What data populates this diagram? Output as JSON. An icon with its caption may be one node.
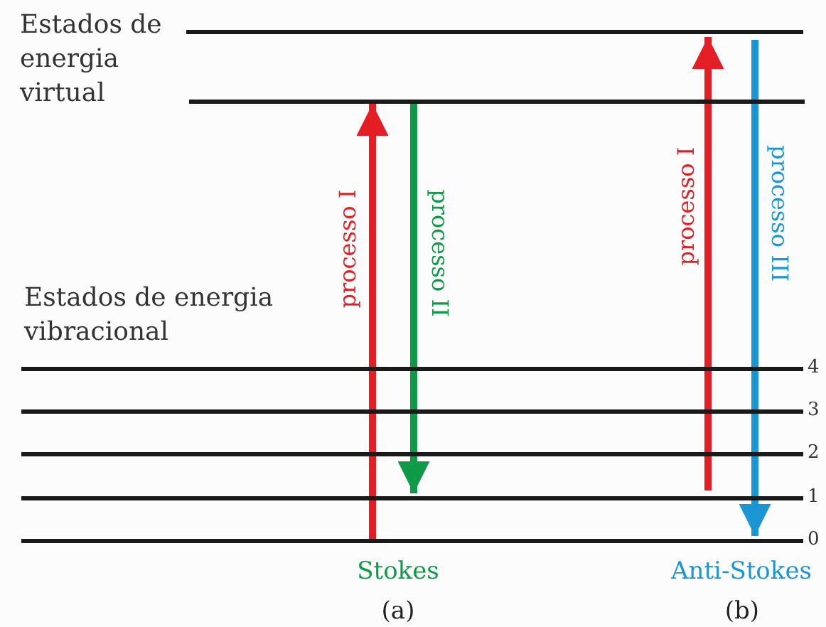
{
  "diagram": {
    "nodes": [
      {
        "text": [],
        "shape": "bar"
      },
      {
        "text": [],
        "shape": "bar"
      },
      {
        "text": [],
        "shape": "bar",
        "beside": [
          "4"
        ]
      },
      {
        "text": [],
        "shape": "bar",
        "beside": [
          "3"
        ]
      },
      {
        "text": [],
        "shape": "bar",
        "beside": [
          "2"
        ]
      },
      {
        "text": [],
        "shape": "bar",
        "beside": [
          "1"
        ]
      },
      {
        "text": [],
        "shape": "bar",
        "beside": [
          "0"
        ]
      }
    ],
    "edges": [
      {
        "from": 6,
        "to": 1,
        "arrow": "to",
        "label": "processo I",
        "color": "#e31e24"
      },
      {
        "from": 1,
        "to": 5,
        "arrow": "to",
        "label": "processo II",
        "color": "#0f9a48"
      },
      {
        "from": 5,
        "to": 0,
        "arrow": "to",
        "label": "processo I",
        "color": "#e31e24"
      },
      {
        "from": 0,
        "to": 6,
        "arrow": "to",
        "label": "processo III",
        "color": "#1a96d4"
      }
    ],
    "labels": [
      "Estados de energia virtual",
      "Estados de energia vibracional",
      "Stokes",
      "Anti-Stokes",
      "(a)",
      "(b)"
    ]
  }
}
